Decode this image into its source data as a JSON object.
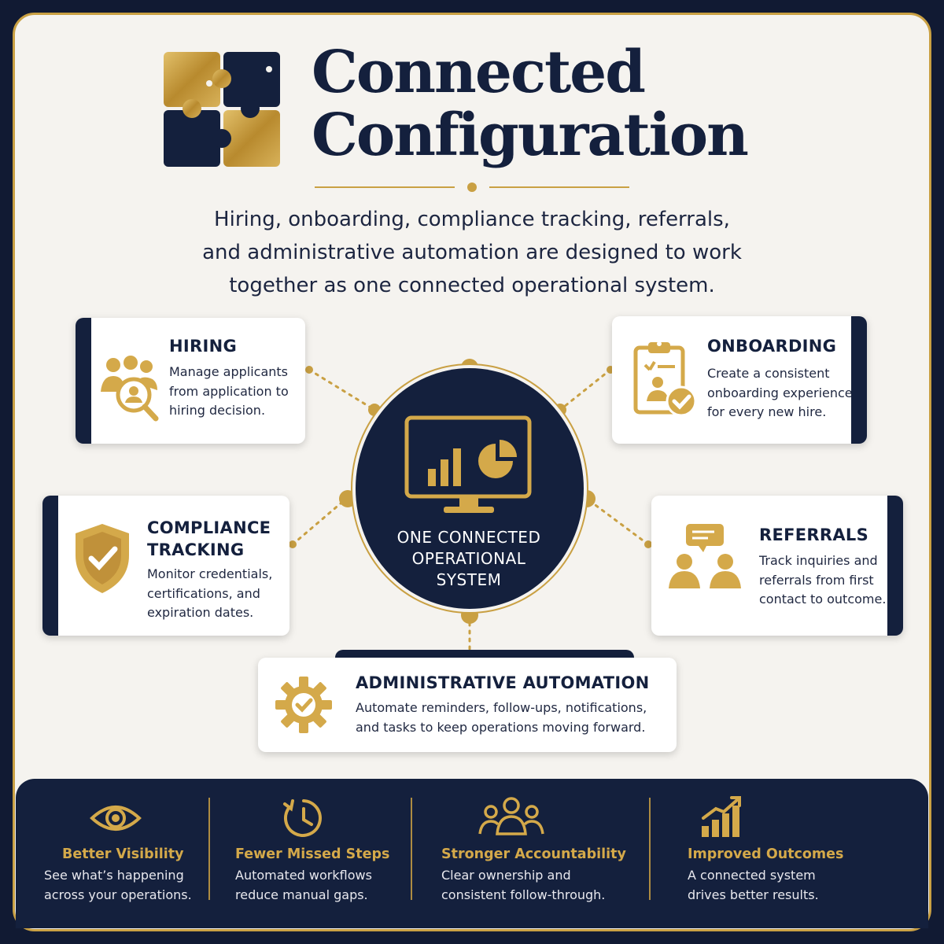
{
  "header": {
    "title_line1": "Connected",
    "title_line2": "Configuration",
    "subtitle_line1": "Hiring, onboarding, compliance tracking, referrals,",
    "subtitle_line2": "and administrative automation are designed to work",
    "subtitle_line3": "together as one connected operational system."
  },
  "hub": {
    "line1": "ONE CONNECTED",
    "line2": "OPERATIONAL",
    "line3": "SYSTEM"
  },
  "cards": {
    "hiring": {
      "title": "HIRING",
      "line1": "Manage applicants",
      "line2": "from application to",
      "line3": "hiring decision."
    },
    "onboarding": {
      "title": "ONBOARDING",
      "line1": "Create a consistent",
      "line2": "onboarding experience",
      "line3": "for every new hire."
    },
    "compliance": {
      "title_line1": "COMPLIANCE",
      "title_line2": "TRACKING",
      "line1": "Monitor credentials,",
      "line2": "certifications, and",
      "line3": "expiration dates."
    },
    "referrals": {
      "title": "REFERRALS",
      "line1": "Track inquiries and",
      "line2": "referrals from first",
      "line3": "contact to outcome."
    },
    "automation": {
      "title": "ADMINISTRATIVE AUTOMATION",
      "line1": "Automate reminders, follow-ups, notifications,",
      "line2": "and tasks to keep operations moving forward."
    }
  },
  "benefits": [
    {
      "title": "Better Visibility",
      "line1": "See what’s happening",
      "line2": "across your operations.",
      "icon": "eye-icon"
    },
    {
      "title": "Fewer Missed Steps",
      "line1": "Automated workflows",
      "line2": "reduce manual gaps.",
      "icon": "clock-refresh-icon"
    },
    {
      "title": "Stronger Accountability",
      "line1": "Clear ownership and",
      "line2": "consistent follow-through.",
      "icon": "team-icon"
    },
    {
      "title": "Improved Outcomes",
      "line1": "A connected system",
      "line2": "drives better results.",
      "icon": "growth-chart-icon"
    }
  ],
  "colors": {
    "navy": "#14203d",
    "gold": "#c9a043",
    "background": "#f5f3ef"
  }
}
